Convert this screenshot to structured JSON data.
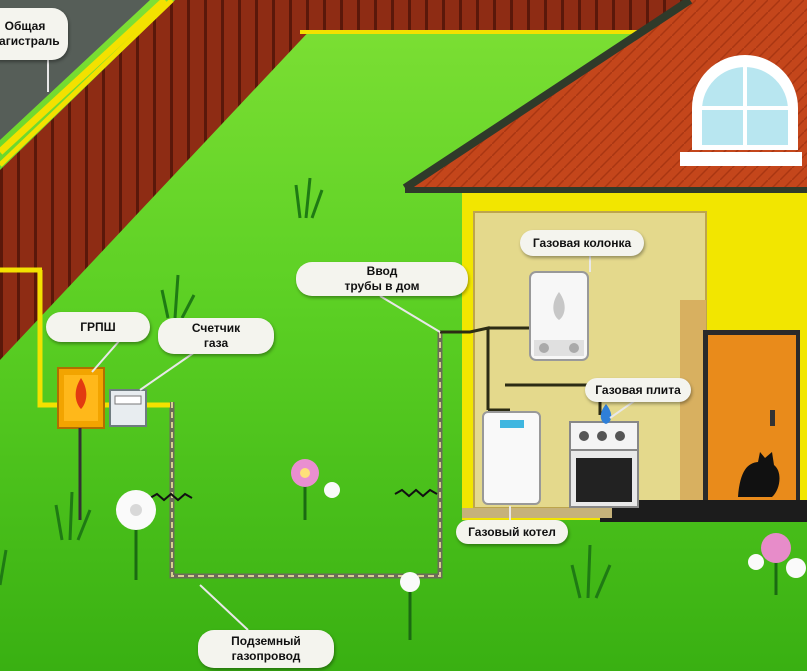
{
  "labels": {
    "main_line": [
      "Общая",
      "магистраль"
    ],
    "grpsh": "ГРПШ",
    "meter": [
      "Счетчик",
      "газа"
    ],
    "pipe_entry": [
      "Ввод",
      "трубы в дом"
    ],
    "water_heater": "Газовая колонка",
    "stove": "Газовая плита",
    "boiler": "Газовый котел",
    "underground": [
      "Подземный",
      "газопровод"
    ]
  },
  "colors": {
    "grass": "#4fc21e",
    "fence": "#8a2a12",
    "roof": "#c2441a",
    "wall": "#f2e600",
    "interior": "#e3d88a",
    "door": "#e88a1c",
    "gas_pipe": "#f5e400"
  }
}
